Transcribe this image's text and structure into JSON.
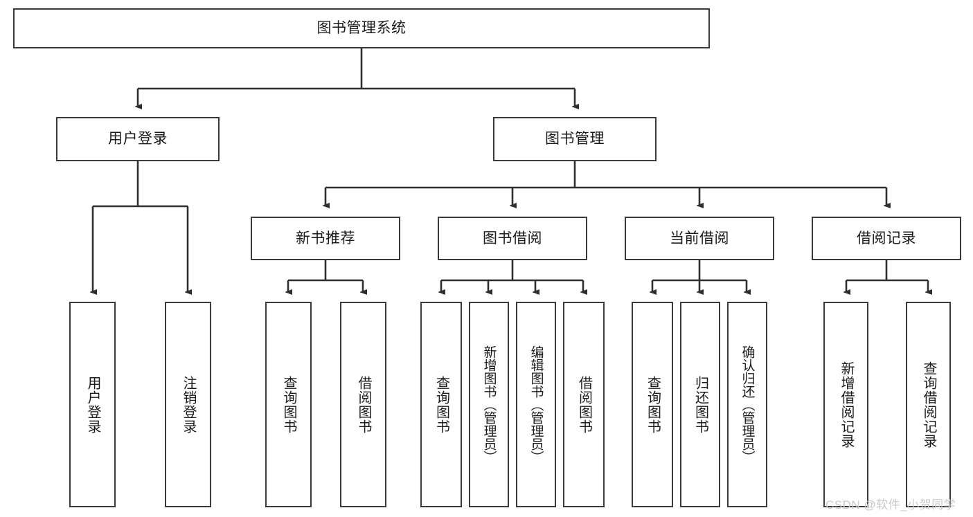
{
  "diagram": {
    "type": "tree",
    "title": "图书管理系统",
    "orientation": "top-down",
    "root": {
      "label": "图书管理系统"
    },
    "level2": [
      {
        "label": "用户登录"
      },
      {
        "label": "图书管理"
      }
    ],
    "level3": [
      {
        "label": "新书推荐"
      },
      {
        "label": "图书借阅"
      },
      {
        "label": "当前借阅"
      },
      {
        "label": "借阅记录"
      }
    ],
    "leaves": {
      "user_login": [
        {
          "label": "用户登录"
        },
        {
          "label": "注销登录"
        }
      ],
      "new_book_recommend": [
        {
          "label": "查询图书"
        },
        {
          "label": "借阅图书"
        }
      ],
      "book_borrow": [
        {
          "label": "查询图书"
        },
        {
          "label": "新增图书（管理员）"
        },
        {
          "label": "编辑图书（管理员）"
        },
        {
          "label": "借阅图书"
        }
      ],
      "current_borrow": [
        {
          "label": "查询图书"
        },
        {
          "label": "归还图书"
        },
        {
          "label": "确认归还（管理员）"
        }
      ],
      "borrow_record": [
        {
          "label": "新增借阅记录"
        },
        {
          "label": "查询借阅记录"
        }
      ]
    }
  },
  "watermark": {
    "text": "CSDN @软件_小贺同学"
  },
  "colors": {
    "box_border": "#3a3a3a",
    "line": "#2f2f2f",
    "text": "#1b1b1b",
    "background": "#ffffff",
    "watermark": "#c9c9c9"
  }
}
